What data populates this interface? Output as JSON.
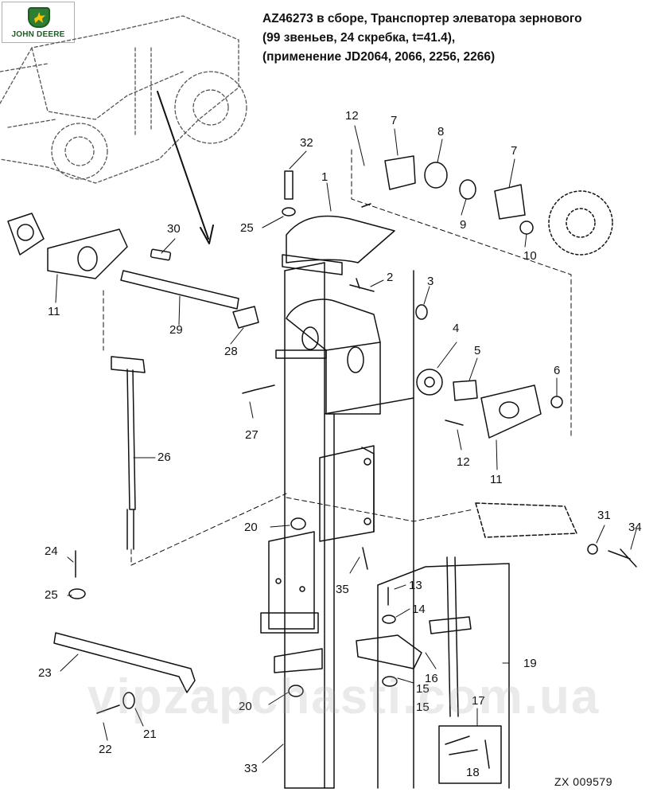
{
  "logo": {
    "brand": "JOHN DEERE"
  },
  "header": {
    "title_lines": [
      "AZ46273 в сборе, Транспортер элеватора зернового",
      "(99 звеньев, 24 скребка, t=41.4),",
      "(применение JD2064, 2066, 2256, 2266)"
    ]
  },
  "diagram_code": "ZX 009579",
  "watermark": "vipzapchasti.com.ua",
  "callouts": [
    {
      "id": "c1",
      "text": "1"
    },
    {
      "id": "c2",
      "text": "2"
    },
    {
      "id": "c3",
      "text": "3"
    },
    {
      "id": "c4",
      "text": "4"
    },
    {
      "id": "c5",
      "text": "5"
    },
    {
      "id": "c6",
      "text": "6"
    },
    {
      "id": "c7a",
      "text": "7"
    },
    {
      "id": "c7b",
      "text": "7"
    },
    {
      "id": "c8",
      "text": "8"
    },
    {
      "id": "c9",
      "text": "9"
    },
    {
      "id": "c10",
      "text": "10"
    },
    {
      "id": "c11a",
      "text": "11"
    },
    {
      "id": "c11b",
      "text": "11"
    },
    {
      "id": "c12a",
      "text": "12"
    },
    {
      "id": "c12b",
      "text": "12"
    },
    {
      "id": "c13",
      "text": "13"
    },
    {
      "id": "c14",
      "text": "14"
    },
    {
      "id": "c15a",
      "text": "15"
    },
    {
      "id": "c15b",
      "text": "15"
    },
    {
      "id": "c16",
      "text": "16"
    },
    {
      "id": "c17",
      "text": "17"
    },
    {
      "id": "c18",
      "text": "18"
    },
    {
      "id": "c19",
      "text": "19"
    },
    {
      "id": "c20a",
      "text": "20"
    },
    {
      "id": "c20b",
      "text": "20"
    },
    {
      "id": "c21",
      "text": "21"
    },
    {
      "id": "c22",
      "text": "22"
    },
    {
      "id": "c23",
      "text": "23"
    },
    {
      "id": "c24",
      "text": "24"
    },
    {
      "id": "c25a",
      "text": "25"
    },
    {
      "id": "c25b",
      "text": "25"
    },
    {
      "id": "c26",
      "text": "26"
    },
    {
      "id": "c27",
      "text": "27"
    },
    {
      "id": "c28",
      "text": "28"
    },
    {
      "id": "c29",
      "text": "29"
    },
    {
      "id": "c30",
      "text": "30"
    },
    {
      "id": "c31",
      "text": "31"
    },
    {
      "id": "c32",
      "text": "32"
    },
    {
      "id": "c33",
      "text": "33"
    },
    {
      "id": "c34",
      "text": "34"
    },
    {
      "id": "c35",
      "text": "35"
    }
  ]
}
